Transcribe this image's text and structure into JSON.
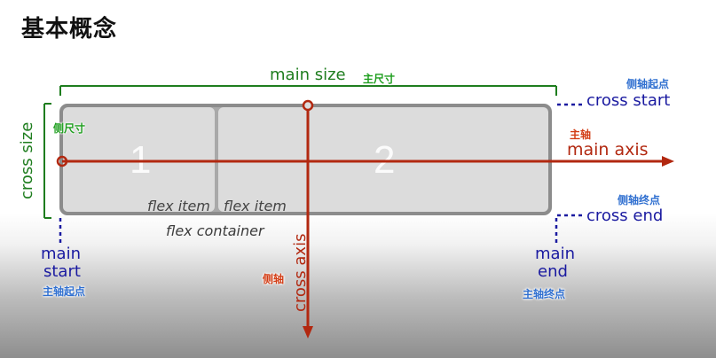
{
  "title": "基本概念",
  "labels": {
    "main_size": "main size",
    "main_size_cn": "主尺寸",
    "cross_size": "cross size",
    "cross_size_cn": "侧尺寸",
    "cross_start": "cross start",
    "cross_start_cn": "侧轴起点",
    "main_axis": "main axis",
    "main_axis_cn": "主轴",
    "cross_end": "cross end",
    "cross_end_cn": "侧轴终点",
    "main_start_line1": "main",
    "main_start_line2": "start",
    "main_start_cn": "主轴起点",
    "main_end_line1": "main",
    "main_end_line2": "end",
    "main_end_cn": "主轴终点",
    "cross_axis": "cross axis",
    "cross_axis_cn": "侧轴",
    "flex_container": "flex container"
  },
  "items": [
    {
      "number": "1",
      "label": "flex item"
    },
    {
      "number": "2",
      "label": "flex item"
    }
  ],
  "colors": {
    "green": "#1e7d1e",
    "blue": "#1a1aa0",
    "red": "#b22810",
    "container_border": "#8c8c8c",
    "item_fill": "#dcdcdc"
  }
}
